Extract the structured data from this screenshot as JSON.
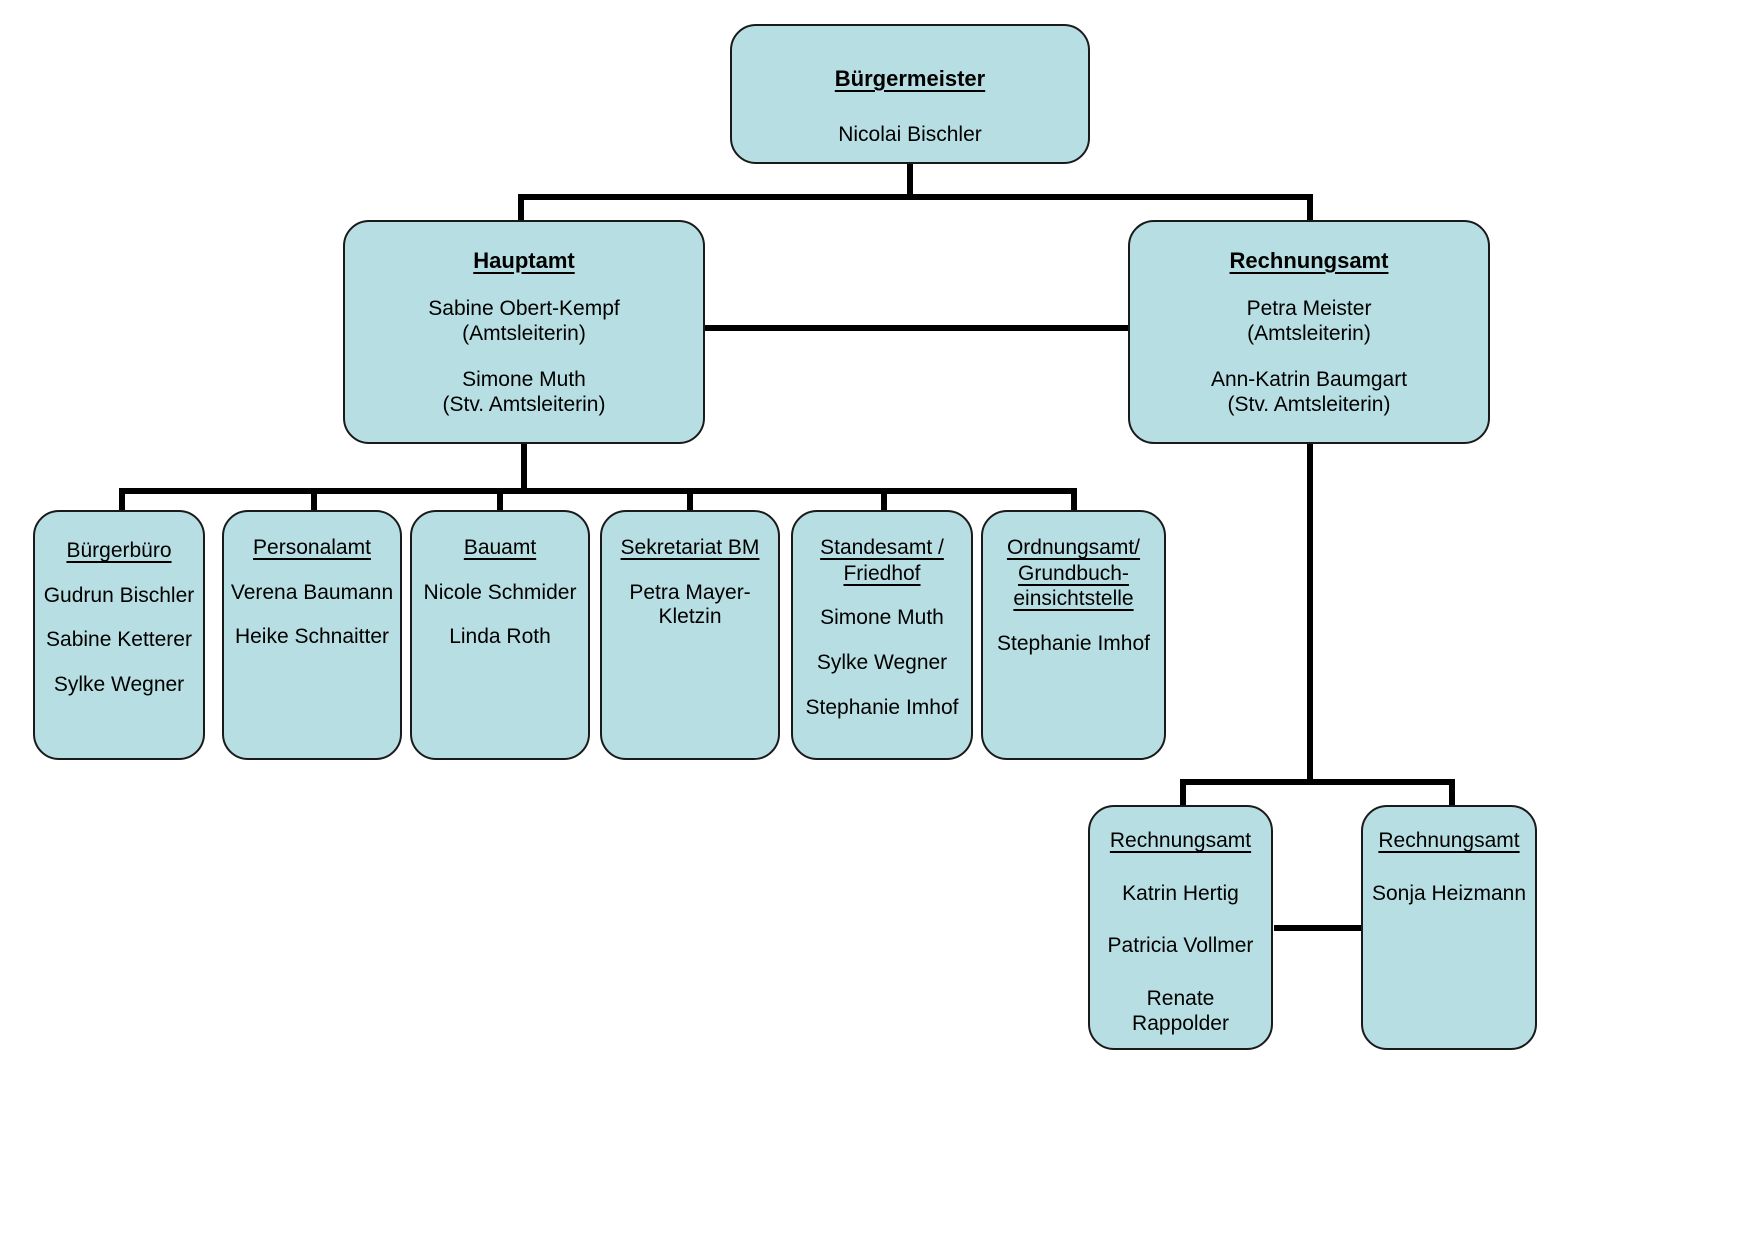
{
  "document": {
    "kind": "organizational-chart",
    "language": "de",
    "box_fill_color": "#b7dee2",
    "box_border_color": "#000000",
    "connector_color": "#000000",
    "background_color": "#ffffff"
  },
  "nodes": {
    "buergermeister": {
      "title": "Bürgermeister",
      "people": "Nicolai Bischler"
    },
    "hauptamt": {
      "title": "Hauptamt",
      "person1": "Sabine Obert-Kempf\n(Amtsleiterin)",
      "person2": "Simone Muth\n(Stv. Amtsleiterin)"
    },
    "rechnungsamt": {
      "title": "Rechnungsamt",
      "person1": "Petra Meister\n(Amtsleiterin)",
      "person2": "Ann-Katrin Baumgart\n(Stv. Amtsleiterin)"
    },
    "buergerbuero": {
      "title": "Bürgerbüro",
      "person1": "Gudrun Bischler",
      "person2": "Sabine Ketterer",
      "person3": "Sylke Wegner"
    },
    "personalamt": {
      "title": "Personalamt",
      "person1": "Verena Baumann",
      "person2": "Heike Schnaitter"
    },
    "bauamt": {
      "title": "Bauamt",
      "person1": "Nicole Schmider",
      "person2": "Linda Roth"
    },
    "sekretariat_bm": {
      "title": "Sekretariat BM",
      "person1": "Petra Mayer-\nKletzin"
    },
    "standesamt_friedhof": {
      "title": "Standesamt /\nFriedhof",
      "person1": "Simone Muth",
      "person2": "Sylke Wegner",
      "person3": "Stephanie Imhof"
    },
    "ordnungsamt": {
      "title": "Ordnungsamt/\nGrundbuch-\neinsichtstelle",
      "person1": "Stephanie Imhof"
    },
    "rechnungsamt_team1": {
      "title": "Rechnungsamt",
      "person1": "Katrin Hertig",
      "person2": "Patricia Vollmer",
      "person3": "Renate\nRappolder"
    },
    "rechnungsamt_team2": {
      "title": "Rechnungsamt",
      "person1": "Sonja Heizmann"
    }
  }
}
